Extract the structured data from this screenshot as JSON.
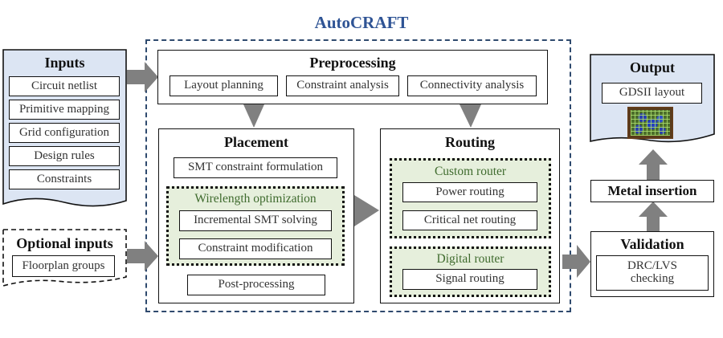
{
  "title": "AutoCRAFT",
  "colors": {
    "title_blue": "#2f5495",
    "dashed_border": "#2f4a6e",
    "panel_blue": "#dce5f3",
    "group_green": "#e6efdc",
    "group_green_text": "#3f6b2e",
    "arrow_gray": "#808080"
  },
  "inputs": {
    "title": "Inputs",
    "items": [
      "Circuit netlist",
      "Primitive mapping",
      "Grid configuration",
      "Design rules",
      "Constraints"
    ]
  },
  "optional_inputs": {
    "title": "Optional inputs",
    "items": [
      "Floorplan groups"
    ]
  },
  "preprocessing": {
    "title": "Preprocessing",
    "items": [
      "Layout planning",
      "Constraint analysis",
      "Connectivity analysis"
    ]
  },
  "placement": {
    "title": "Placement",
    "formulation": "SMT constraint formulation",
    "group_title": "Wirelength optimization",
    "group_items": [
      "Incremental SMT solving",
      "Constraint modification"
    ],
    "post": "Post-processing"
  },
  "routing": {
    "title": "Routing",
    "custom_group_title": "Custom router",
    "custom_items": [
      "Power routing",
      "Critical net routing"
    ],
    "digital_group_title": "Digital router",
    "digital_items": [
      "Signal routing"
    ]
  },
  "output": {
    "title": "Output",
    "items": [
      "GDSII layout"
    ],
    "thumbnail": "gdsii-layout-thumbnail"
  },
  "metal_insertion": {
    "title": "Metal insertion"
  },
  "validation": {
    "title": "Validation",
    "items": [
      "DRC/LVS checking"
    ]
  }
}
